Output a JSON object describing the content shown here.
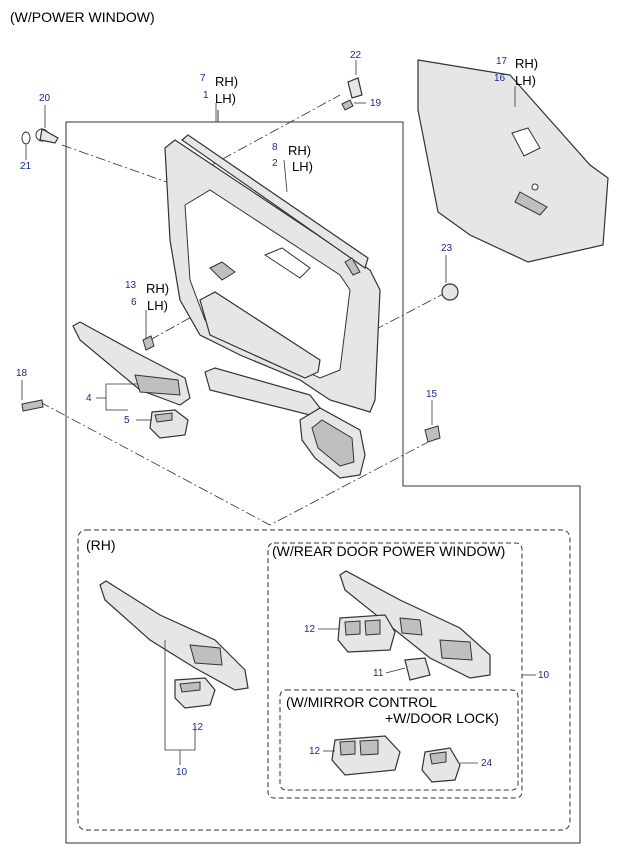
{
  "title": "(W/POWER WINDOW)",
  "callouts": {
    "c1": "1",
    "c2": "2",
    "c4": "4",
    "c5": "5",
    "c6": "6",
    "c7": "7",
    "c8": "8",
    "c10a": "10",
    "c10b": "10",
    "c11": "11",
    "c12a": "12",
    "c12b": "12",
    "c12c": "12",
    "c13": "13",
    "c15": "15",
    "c16": "16",
    "c17": "17",
    "c18": "18",
    "c19": "19",
    "c20": "20",
    "c21": "21",
    "c22": "22",
    "c23": "23",
    "c24": "24"
  },
  "side_labels": {
    "rh_7": "RH)",
    "lh_1": "LH)",
    "rh_8": "RH)",
    "lh_2": "LH)",
    "rh_13": "RH)",
    "lh_6": "LH)",
    "rh_17": "RH)",
    "lh_16": "LH)"
  },
  "sections": {
    "rh": "(RH)",
    "rear_door": "(W/REAR DOOR POWER WINDOW)",
    "mirror_line1": "(W/MIRROR CONTROL",
    "mirror_line2": "+W/DOOR LOCK)"
  }
}
